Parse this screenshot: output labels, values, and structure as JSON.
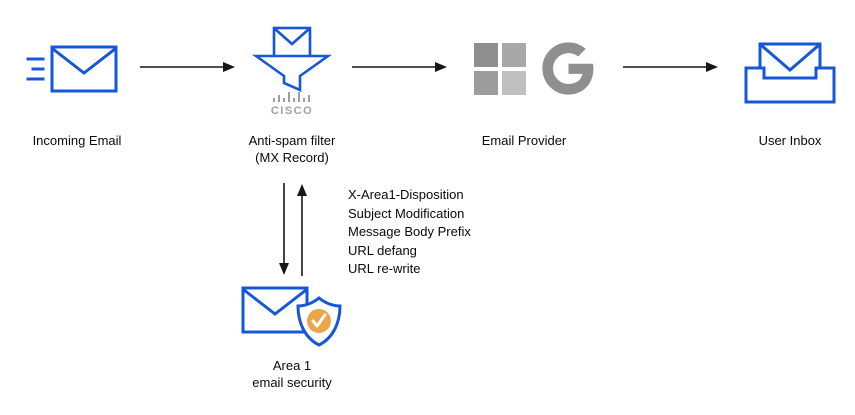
{
  "colors": {
    "primary_blue": "#1557d8",
    "logo_gray": "#8f8f8f",
    "check_orange": "#eba54b",
    "arrow_black": "#161616"
  },
  "nodes": {
    "incoming_email": {
      "label": "Incoming Email"
    },
    "antispam_filter": {
      "label": "Anti-spam filter",
      "sublabel": "(MX Record)",
      "vendor_logo": "CISCO"
    },
    "email_provider": {
      "label": "Email Provider"
    },
    "user_inbox": {
      "label": "User Inbox"
    },
    "area1": {
      "label": "Area 1",
      "sublabel": "email security"
    }
  },
  "annotations": {
    "modifications": [
      "X-Area1-Disposition",
      "Subject Modification",
      "Message Body Prefix",
      "URL defang",
      "URL re-write"
    ]
  }
}
